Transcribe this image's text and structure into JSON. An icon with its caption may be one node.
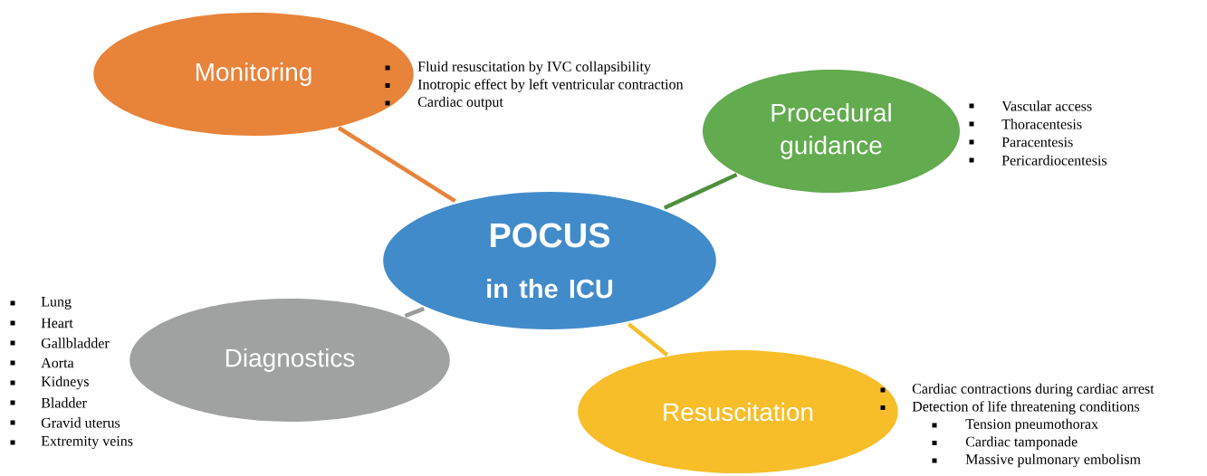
{
  "diagram": {
    "nodes": [
      {
        "text": [
          "POCUS",
          "in the ICU"
        ]
      },
      {
        "text": [
          "Monitoring"
        ],
        "beside": [
          "Fluid resuscitation by IVC collapsibility",
          "Inotropic effect by left ventricular contraction",
          "Cardiac output"
        ]
      },
      {
        "text": [
          "Procedural guidance"
        ],
        "beside": [
          "Vascular access",
          "Thoracentesis",
          "Paracentesis",
          "Pericardiocentesis"
        ]
      },
      {
        "text": [
          "Diagnostics"
        ],
        "beside": [
          "Lung",
          "Heart",
          "Gallbladder",
          "Aorta",
          "Kidneys",
          "Bladder",
          "Gravid uterus",
          "Extremity veins"
        ]
      },
      {
        "text": [
          "Resuscitation"
        ],
        "beside": [
          "Cardiac contractions during cardiac arrest",
          "Detection of life threatening conditions",
          "Tension pneumothorax",
          "Cardiac tamponade",
          "Massive pulmonary embolism"
        ]
      }
    ],
    "edges": [
      {
        "from": 0,
        "to": 1,
        "arrow": "none",
        "color": "#e8833a"
      },
      {
        "from": 0,
        "to": 2,
        "arrow": "none",
        "color": "#4f8f3c"
      },
      {
        "from": 0,
        "to": 3,
        "arrow": "none",
        "color": "#9a9c9b"
      },
      {
        "from": 0,
        "to": 4,
        "arrow": "none",
        "color": "#f7be2a"
      }
    ]
  }
}
